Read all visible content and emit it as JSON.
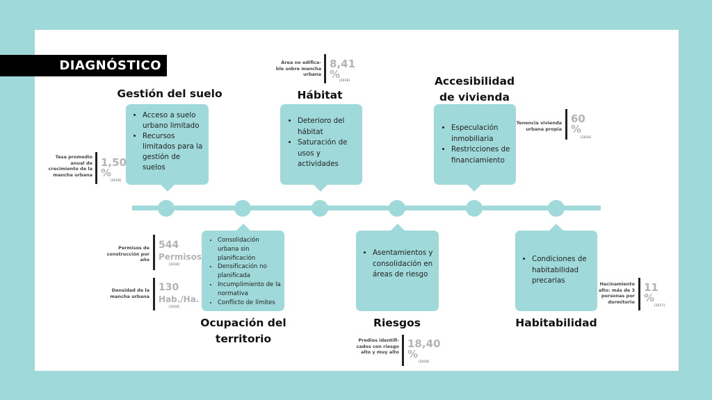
{
  "banner": "DIAGNÓSTICO",
  "colors": {
    "background": "#9fd9da",
    "accent": "#9fd9da",
    "banner": "#000000",
    "stat_value": "#b3b3b3"
  },
  "sections": {
    "gestion": {
      "title": "Gestión del suelo",
      "items": [
        "Acceso a suelo urbano limitado",
        "Recursos limitados para la gestión de suelos"
      ]
    },
    "habitat": {
      "title": "Hábitat",
      "items": [
        "Deterioro del hábitat",
        "Saturación de usos y actividades"
      ]
    },
    "accesibilidad": {
      "title_1": "Accesibilidad",
      "title_2": "de vivienda",
      "items": [
        "Especulación inmobiliaria",
        "Restricciones de financiamiento"
      ]
    },
    "ocupacion": {
      "title_1": "Ocupación del",
      "title_2": "territorio",
      "items": [
        "Consolidación urbana sin planificación",
        "Densificación no planificada",
        "Incumplimiento de la normativa",
        "Conflicto de límites"
      ]
    },
    "riesgos": {
      "title": "Riesgos",
      "items": [
        "Asentamientos y consolidación en áreas de riesgo"
      ]
    },
    "habitabilidad": {
      "title": "Habitabilidad",
      "items": [
        "Condiciones de habitabilidad precarias"
      ]
    }
  },
  "stats": {
    "tasa": {
      "label_lines": [
        "Tasa promedio",
        "anual de",
        "crecimiento de la",
        "mancha urbana"
      ],
      "value_1": "1,50",
      "value_2": "%",
      "year": "[2019]"
    },
    "area": {
      "label_lines": [
        "Área no edifica-",
        "ble sobre mancha",
        "urbana"
      ],
      "value_1": "8,41",
      "value_2": "%",
      "year": "[2018]"
    },
    "tenencia": {
      "label_lines": [
        "Tenencia vivienda",
        "urbana propia"
      ],
      "value_1": "60",
      "value_2": "%",
      "year": "[2020]"
    },
    "permisos": {
      "label_lines": [
        "Permisos de",
        "construcción por",
        "año"
      ],
      "value_1": "544",
      "value_2": "Permisos",
      "year": "[2018]"
    },
    "densidad": {
      "label_lines": [
        "Densidad de la",
        "mancha urbana"
      ],
      "value_1": "130",
      "value_2": "Hab./Ha.",
      "year": "[2018]"
    },
    "predios": {
      "label_lines": [
        "Predios identifi-",
        "cados con riesgo",
        "alto y muy alto"
      ],
      "value_1": "18,40",
      "value_2": "%",
      "year": "[2018]"
    },
    "hacinamiento": {
      "label_lines": [
        "Hacinamiento",
        "alto: más de 3",
        "personas por",
        "dormitorio"
      ],
      "value_1": "11",
      "value_2": "%",
      "year": "[2017]"
    }
  }
}
